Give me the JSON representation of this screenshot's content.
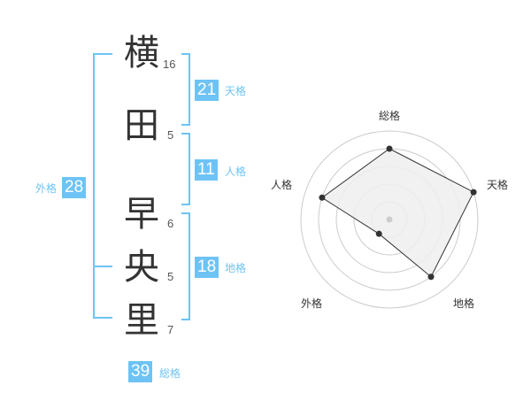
{
  "name_chars": [
    {
      "char": "横",
      "strokes": "16"
    },
    {
      "char": "田",
      "strokes": "5"
    },
    {
      "char": "早",
      "strokes": "6"
    },
    {
      "char": "央",
      "strokes": "5"
    },
    {
      "char": "里",
      "strokes": "7"
    }
  ],
  "kakusu": {
    "tenkaku": {
      "label": "天格",
      "value": "21"
    },
    "jinkaku": {
      "label": "人格",
      "value": "11"
    },
    "chikaku": {
      "label": "地格",
      "value": "18"
    },
    "gaikaku": {
      "label": "外格",
      "value": "28"
    },
    "soukaku": {
      "label": "総格",
      "value": "39"
    }
  },
  "radar": {
    "axes": [
      {
        "label": "総格",
        "level": 4
      },
      {
        "label": "天格",
        "level": 5
      },
      {
        "label": "地格",
        "level": 4
      },
      {
        "label": "外格",
        "level": 1
      },
      {
        "label": "人格",
        "level": 4
      }
    ],
    "max_level": 5,
    "colors": {
      "fill": "#eeeeee",
      "line": "#333333",
      "ring": "#cccccc",
      "point": "#333333",
      "center": "#cccccc"
    }
  },
  "colors": {
    "accent": "#6ec3f5",
    "text": "#333333"
  }
}
